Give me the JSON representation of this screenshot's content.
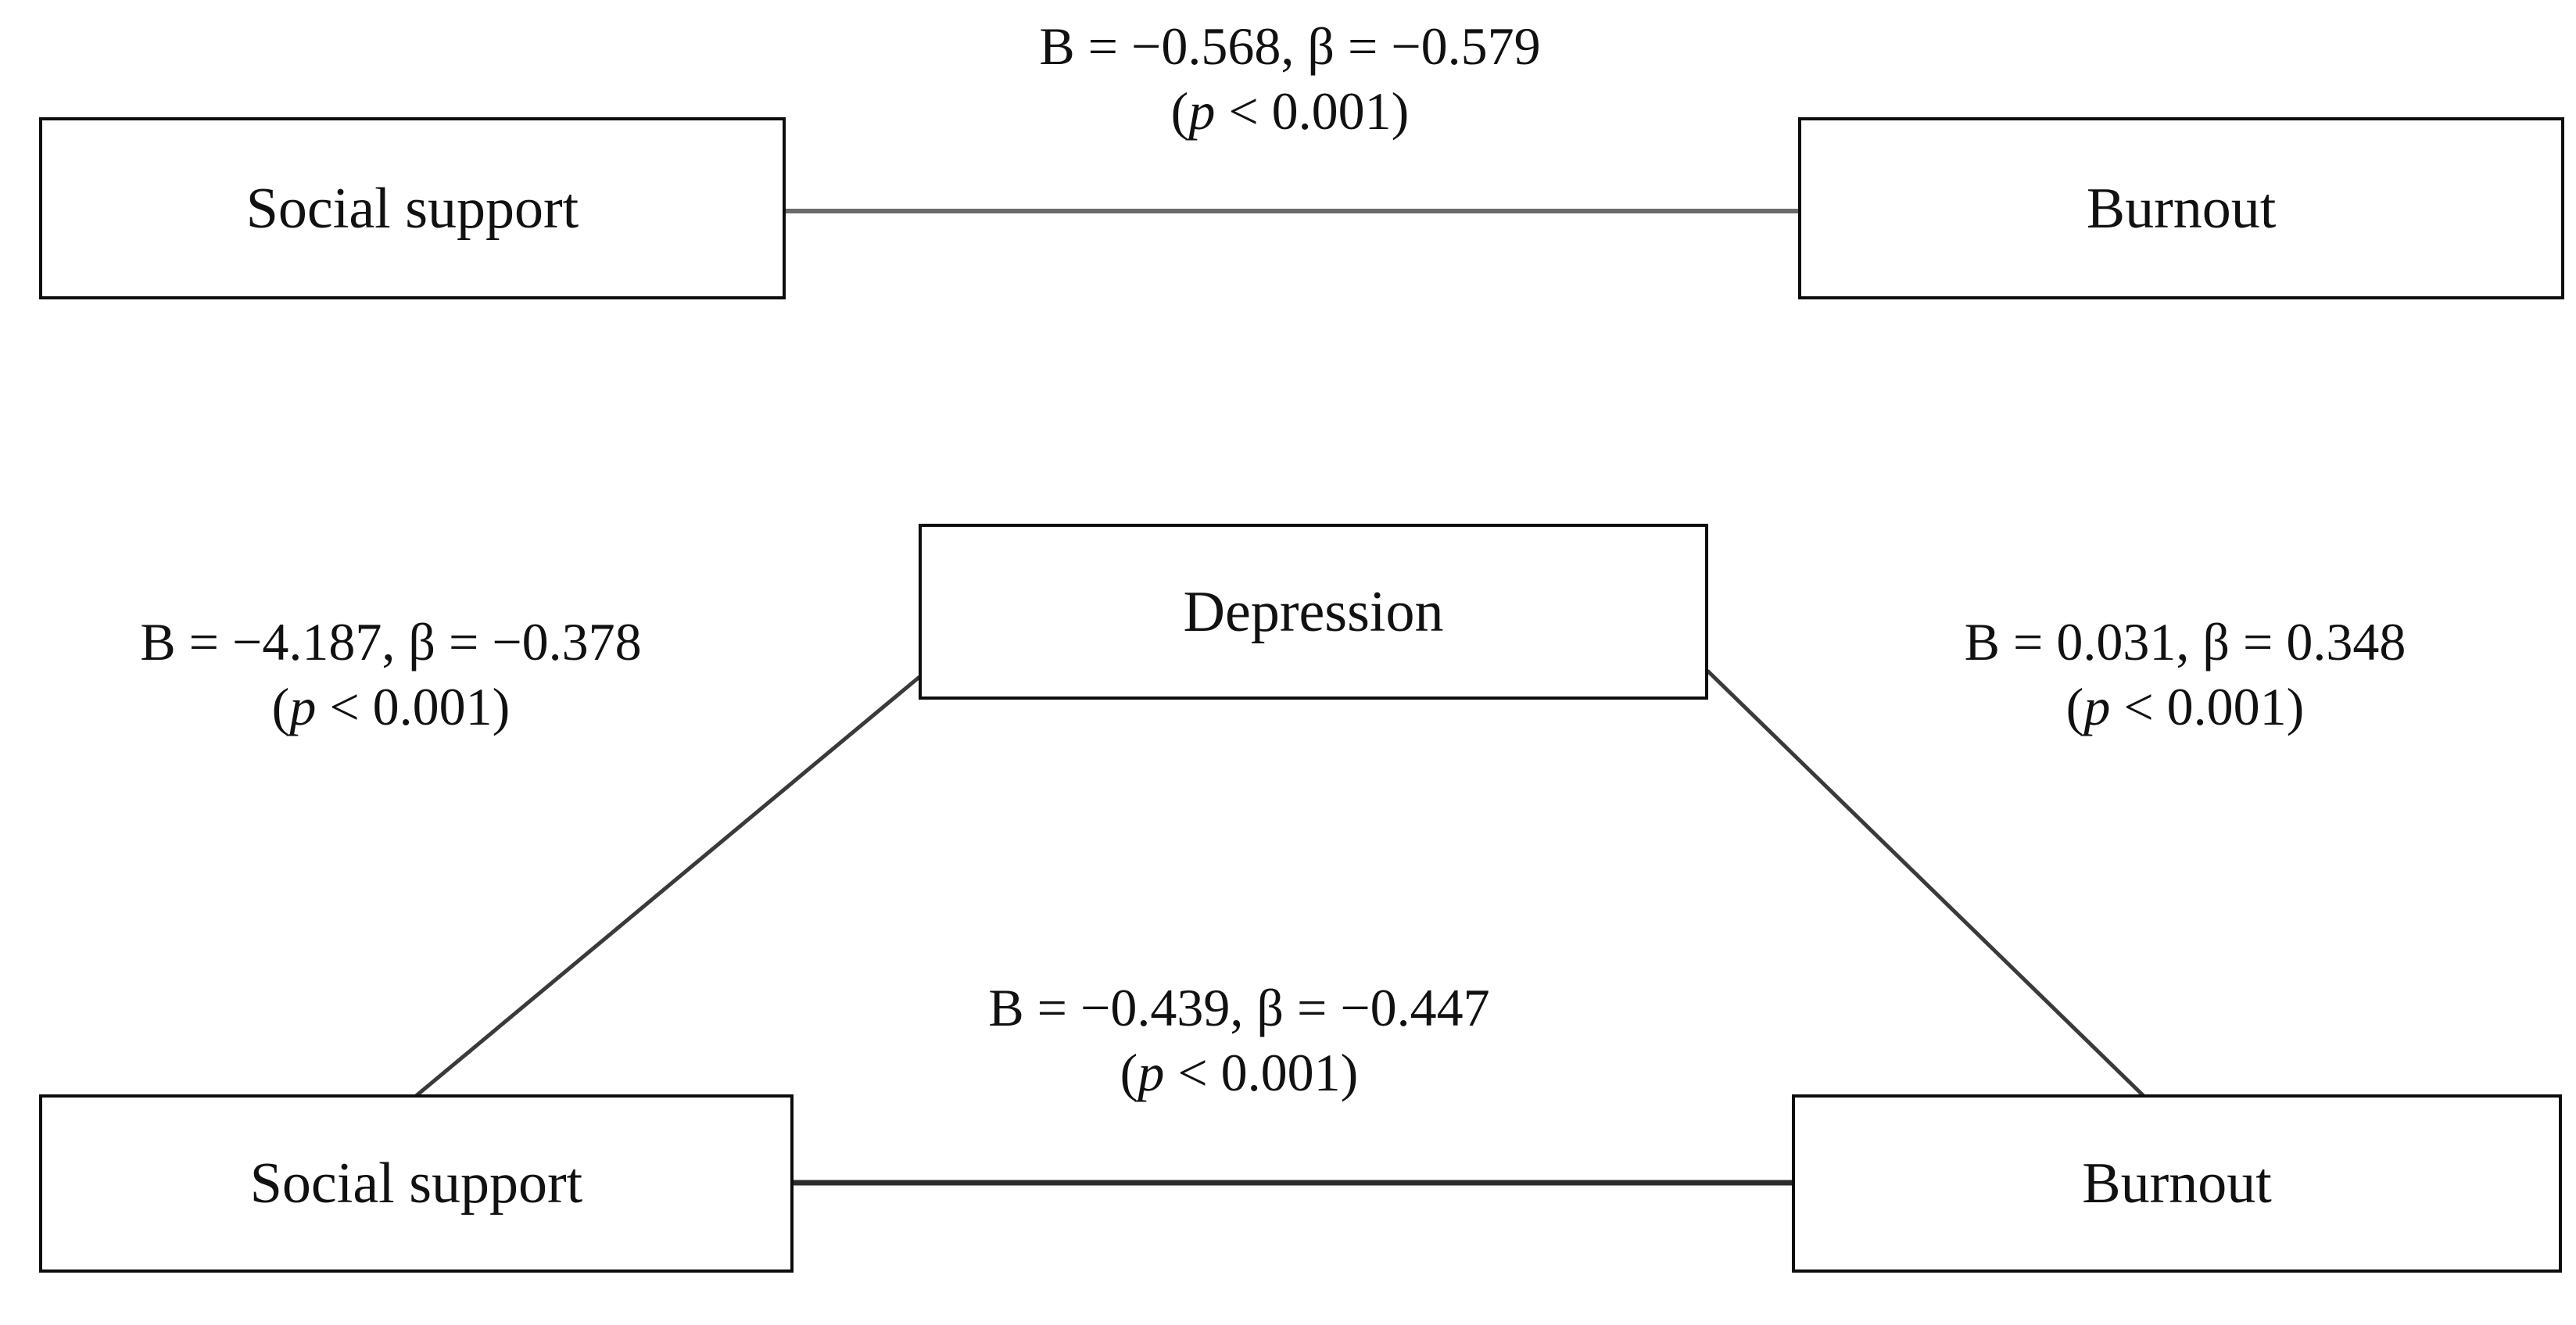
{
  "figure": {
    "type": "mediation-path-diagram",
    "background_color": "#ffffff",
    "line_color": "#4a4a4a",
    "box_border_color": "#0d0d0d",
    "text_color": "#111111"
  },
  "models": {
    "total_effect": {
      "nodes": {
        "predictor": "Social support",
        "outcome": "Burnout"
      },
      "path": {
        "coefficients": "B = −0.568, β = −0.579",
        "p_prefix": "(",
        "p_italic": "p",
        "p_rest": " < 0.001)"
      }
    },
    "mediation": {
      "nodes": {
        "predictor": "Social support",
        "mediator": "Depression",
        "outcome": "Burnout"
      },
      "paths": {
        "a_path": {
          "coefficients": "B = −4.187, β = −0.378",
          "p_prefix": "(",
          "p_italic": "p",
          "p_rest": " < 0.001)"
        },
        "b_path": {
          "coefficients": "B = 0.031, β = 0.348",
          "p_prefix": "(",
          "p_italic": "p",
          "p_rest": " < 0.001)"
        },
        "c_prime_path": {
          "coefficients": "B = −0.439, β = −0.447",
          "p_prefix": "(",
          "p_italic": "p",
          "p_rest": " < 0.001)"
        }
      }
    }
  }
}
